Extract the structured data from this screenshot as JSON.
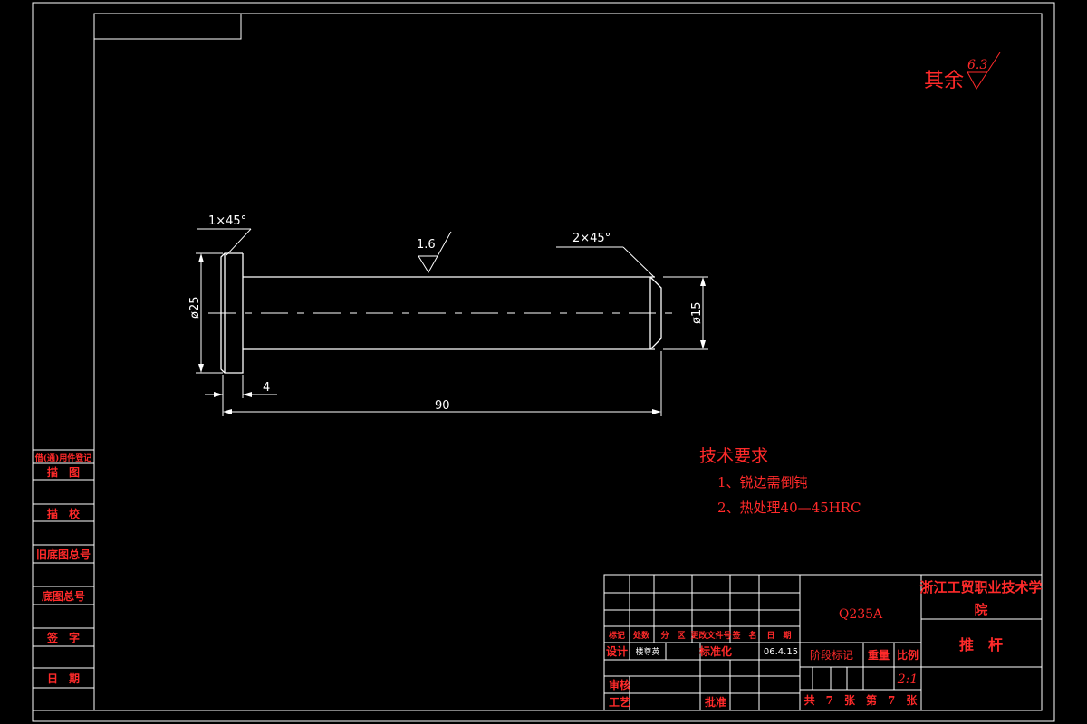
{
  "surface_finish_rest": {
    "label": "其余",
    "value": "6.3"
  },
  "dimensions": {
    "chamfer_left": "1×45°",
    "roughness_shaft": "1.6",
    "chamfer_right": "2×45°",
    "dia_head": "ø25",
    "dia_shaft": "ø15",
    "head_length": "4",
    "total_length": "90"
  },
  "tech_req": {
    "title": "技术要求",
    "items": [
      "1、锐边需倒钝",
      "2、热处理40—45HRC"
    ]
  },
  "side_table": [
    "借(通)用件登记",
    "描　图",
    "描　校",
    "旧底图总号",
    "底图总号",
    "签　字",
    "日　期"
  ],
  "title_block": {
    "material": "Q235A",
    "school": "浙江工贸职业技术学院",
    "part_name": "推　杆",
    "rev_headers": [
      "标记",
      "处数",
      "分　区",
      "更改文件号",
      "签　名",
      "日　期"
    ],
    "design_label": "设计",
    "designer": "楼尊英",
    "standard_label": "标准化",
    "date": "06.4.15",
    "stage_label": "阶段标记",
    "weight_label": "重量",
    "scale_label": "比例",
    "scale": "2:1",
    "review_label": "审核",
    "process_label": "工艺",
    "approve_label": "批准",
    "sheets": "共　7　张　第　7　张"
  }
}
